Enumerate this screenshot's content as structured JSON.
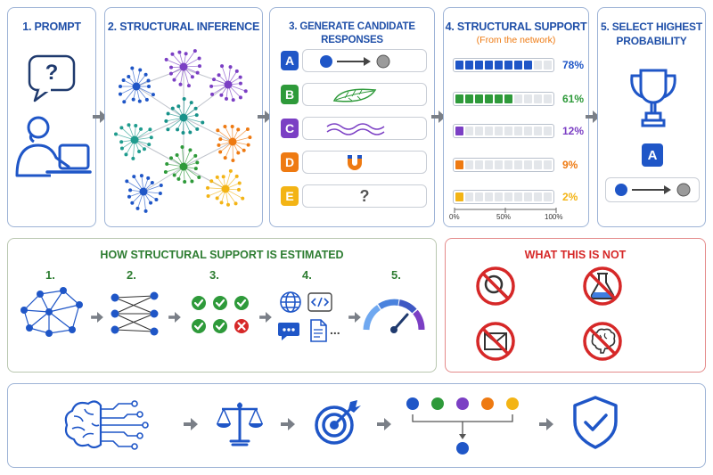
{
  "top": {
    "prompt": {
      "title": "1. PROMPT",
      "bubble": "?"
    },
    "inference": {
      "title": "2. STRUCTURAL INFERENCE"
    },
    "candidates": {
      "title": "3. GENERATE CANDIDATE RESPONSES",
      "items": [
        {
          "letter": "A",
          "color": "#1f56c7",
          "content": "arrow"
        },
        {
          "letter": "B",
          "color": "#2e9a3a",
          "content": "leaf"
        },
        {
          "letter": "C",
          "color": "#7b3fc4",
          "content": "wave"
        },
        {
          "letter": "D",
          "color": "#ee7a12",
          "content": "magnet"
        },
        {
          "letter": "E",
          "color": "#f3b415",
          "content": "?"
        }
      ]
    },
    "support": {
      "title": "4. STRUCTURAL SUPPORT",
      "subtitle": "(From the network)",
      "bars": [
        {
          "pct_label": "78%",
          "value": 0.78,
          "color": "#1f56c7"
        },
        {
          "pct_label": "61%",
          "value": 0.61,
          "color": "#2e9a3a"
        },
        {
          "pct_label": "12%",
          "value": 0.12,
          "color": "#7b3fc4"
        },
        {
          "pct_label": "9%",
          "value": 0.09,
          "color": "#ee7a12"
        },
        {
          "pct_label": "2%",
          "value": 0.02,
          "color": "#f3b415"
        }
      ],
      "axis": [
        "0%",
        "50%",
        "100%"
      ]
    },
    "select": {
      "title_line1": "5. SELECT HIGHEST",
      "title_line2": "PROBABILITY",
      "letter": "A"
    }
  },
  "how": {
    "title": "HOW STRUCTURAL SUPPORT IS ESTIMATED",
    "steps": [
      "1.",
      "2.",
      "3.",
      "4.",
      "5."
    ],
    "ellipsis": "..."
  },
  "not": {
    "title": "WHAT THIS IS NOT"
  },
  "colors": {
    "blue": "#1f56c7",
    "green": "#2e9a3a",
    "purple": "#7b3fc4",
    "orange": "#ee7a12",
    "yellow": "#f3b415",
    "red": "#d62828",
    "panel_border": "#9db3d6"
  }
}
